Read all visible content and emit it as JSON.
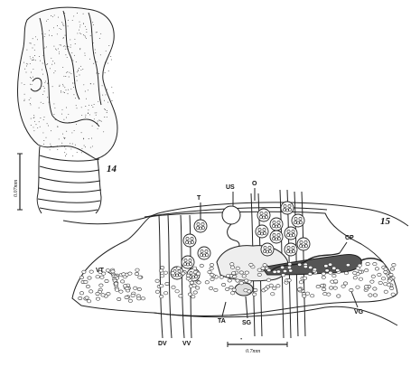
{
  "figures": {
    "fig14": {
      "number": "14",
      "scale_bar": "0.07mm"
    },
    "fig15": {
      "number": "15",
      "scale_bar": "0.7mm",
      "scale_dot": "•"
    }
  },
  "labels": {
    "T": "T",
    "US": "US",
    "O": "O",
    "CP": "CP",
    "VT": "VT",
    "TA": "TA",
    "SG": "SG",
    "DV": "DV",
    "VV": "VV",
    "VG": "VG"
  }
}
